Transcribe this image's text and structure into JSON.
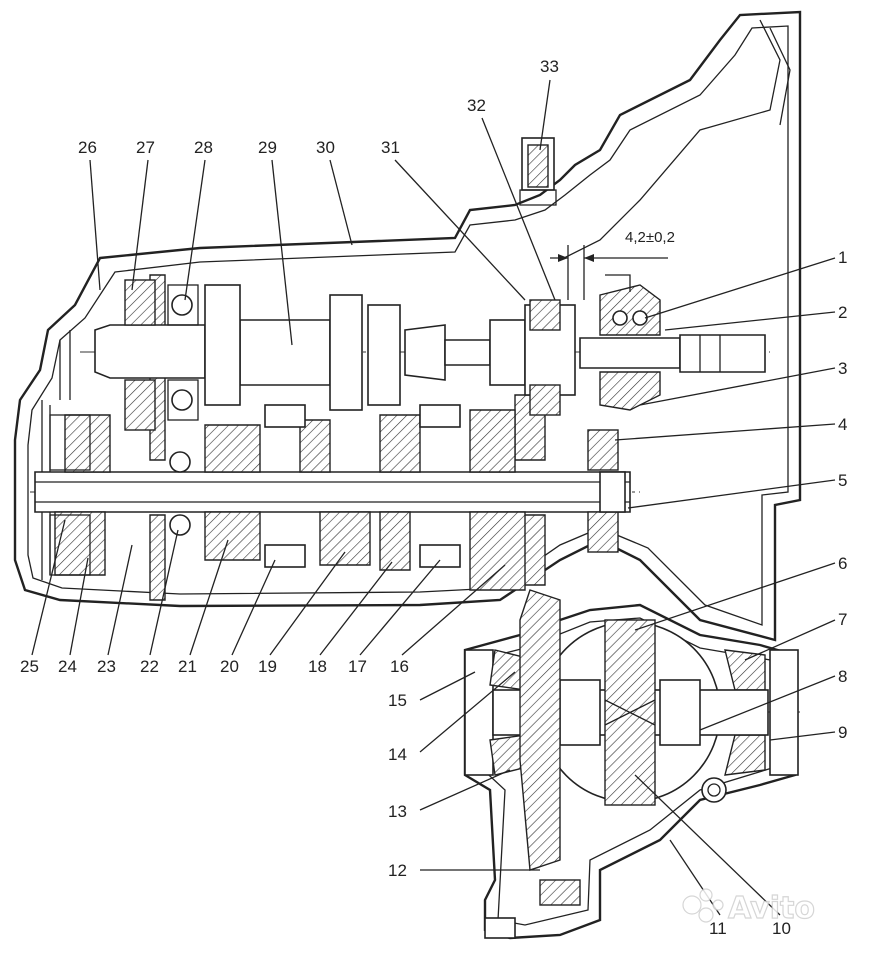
{
  "diagram": {
    "callouts_right": [
      "1",
      "2",
      "3",
      "4",
      "5",
      "6",
      "7",
      "8",
      "9"
    ],
    "callouts_bottom_right": [
      "10",
      "11"
    ],
    "callouts_left_mid": [
      "12",
      "13",
      "14",
      "15"
    ],
    "callouts_bottom": [
      "16",
      "17",
      "18",
      "19",
      "20",
      "21",
      "22",
      "23",
      "24",
      "25"
    ],
    "callouts_top": [
      "26",
      "27",
      "28",
      "29",
      "30",
      "31",
      "32",
      "33"
    ],
    "dimension": "4,2±0,2",
    "watermark": "Avito"
  }
}
